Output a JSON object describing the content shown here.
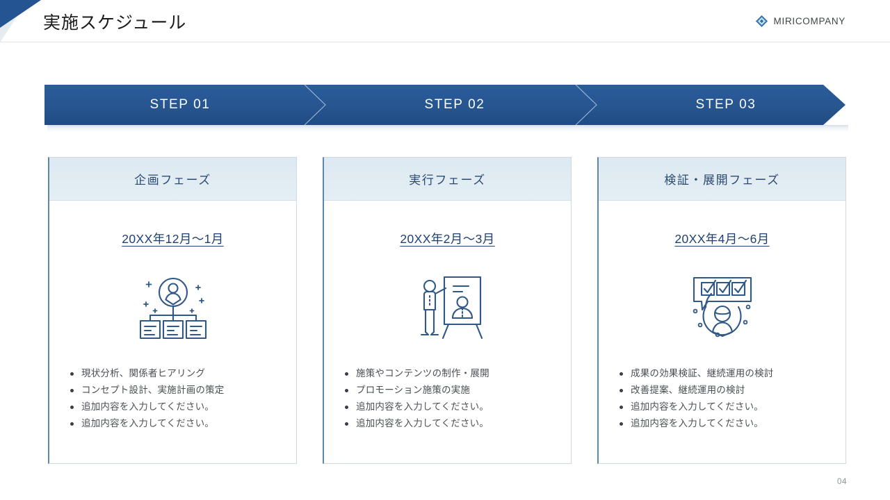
{
  "header": {
    "title": "実施スケジュール",
    "brand_name": "MIRICOMPANY",
    "brand_mark_icon": "diamond-logo-icon",
    "corner_decoration_icon": "corner-triangle-deco"
  },
  "colors": {
    "banner_blue": "#255493",
    "banner_blue_dark": "#1f4a86",
    "card_border": "#cfd9e2",
    "card_accent": "#5c87ac",
    "card_header_bg": "#dfeaf2",
    "heading_text": "#2b4a73",
    "period_text": "#1f3f70",
    "body_text": "#4a4f55",
    "page_number": "#8d9298"
  },
  "steps": [
    {
      "label": "STEP 01"
    },
    {
      "label": "STEP 02"
    },
    {
      "label": "STEP 03"
    }
  ],
  "cards": [
    {
      "title": "企画フェーズ",
      "period": "20XX年12月〜1月",
      "icon": "person-planning-orgchart-icon",
      "bullets": [
        "現状分析、関係者ヒアリング",
        "コンセプト設計、実施計画の策定",
        "追加内容を入力してください。",
        "追加内容を入力してください。"
      ]
    },
    {
      "title": "実行フェーズ",
      "period": "20XX年2月〜3月",
      "icon": "person-presenting-whiteboard-icon",
      "bullets": [
        "施策やコンテンツの制作・展開",
        "プロモーション施策の実施",
        "追加内容を入力してください。",
        "追加内容を入力してください。"
      ]
    },
    {
      "title": "検証・展開フェーズ",
      "period": "20XX年4月〜6月",
      "icon": "person-checklist-feedback-icon",
      "bullets": [
        "成果の効果検証、継続運用の検討",
        "改善提案、継続運用の検討",
        "追加内容を入力してください。",
        "追加内容を入力してください。"
      ]
    }
  ],
  "footer": {
    "page_number": "04"
  }
}
